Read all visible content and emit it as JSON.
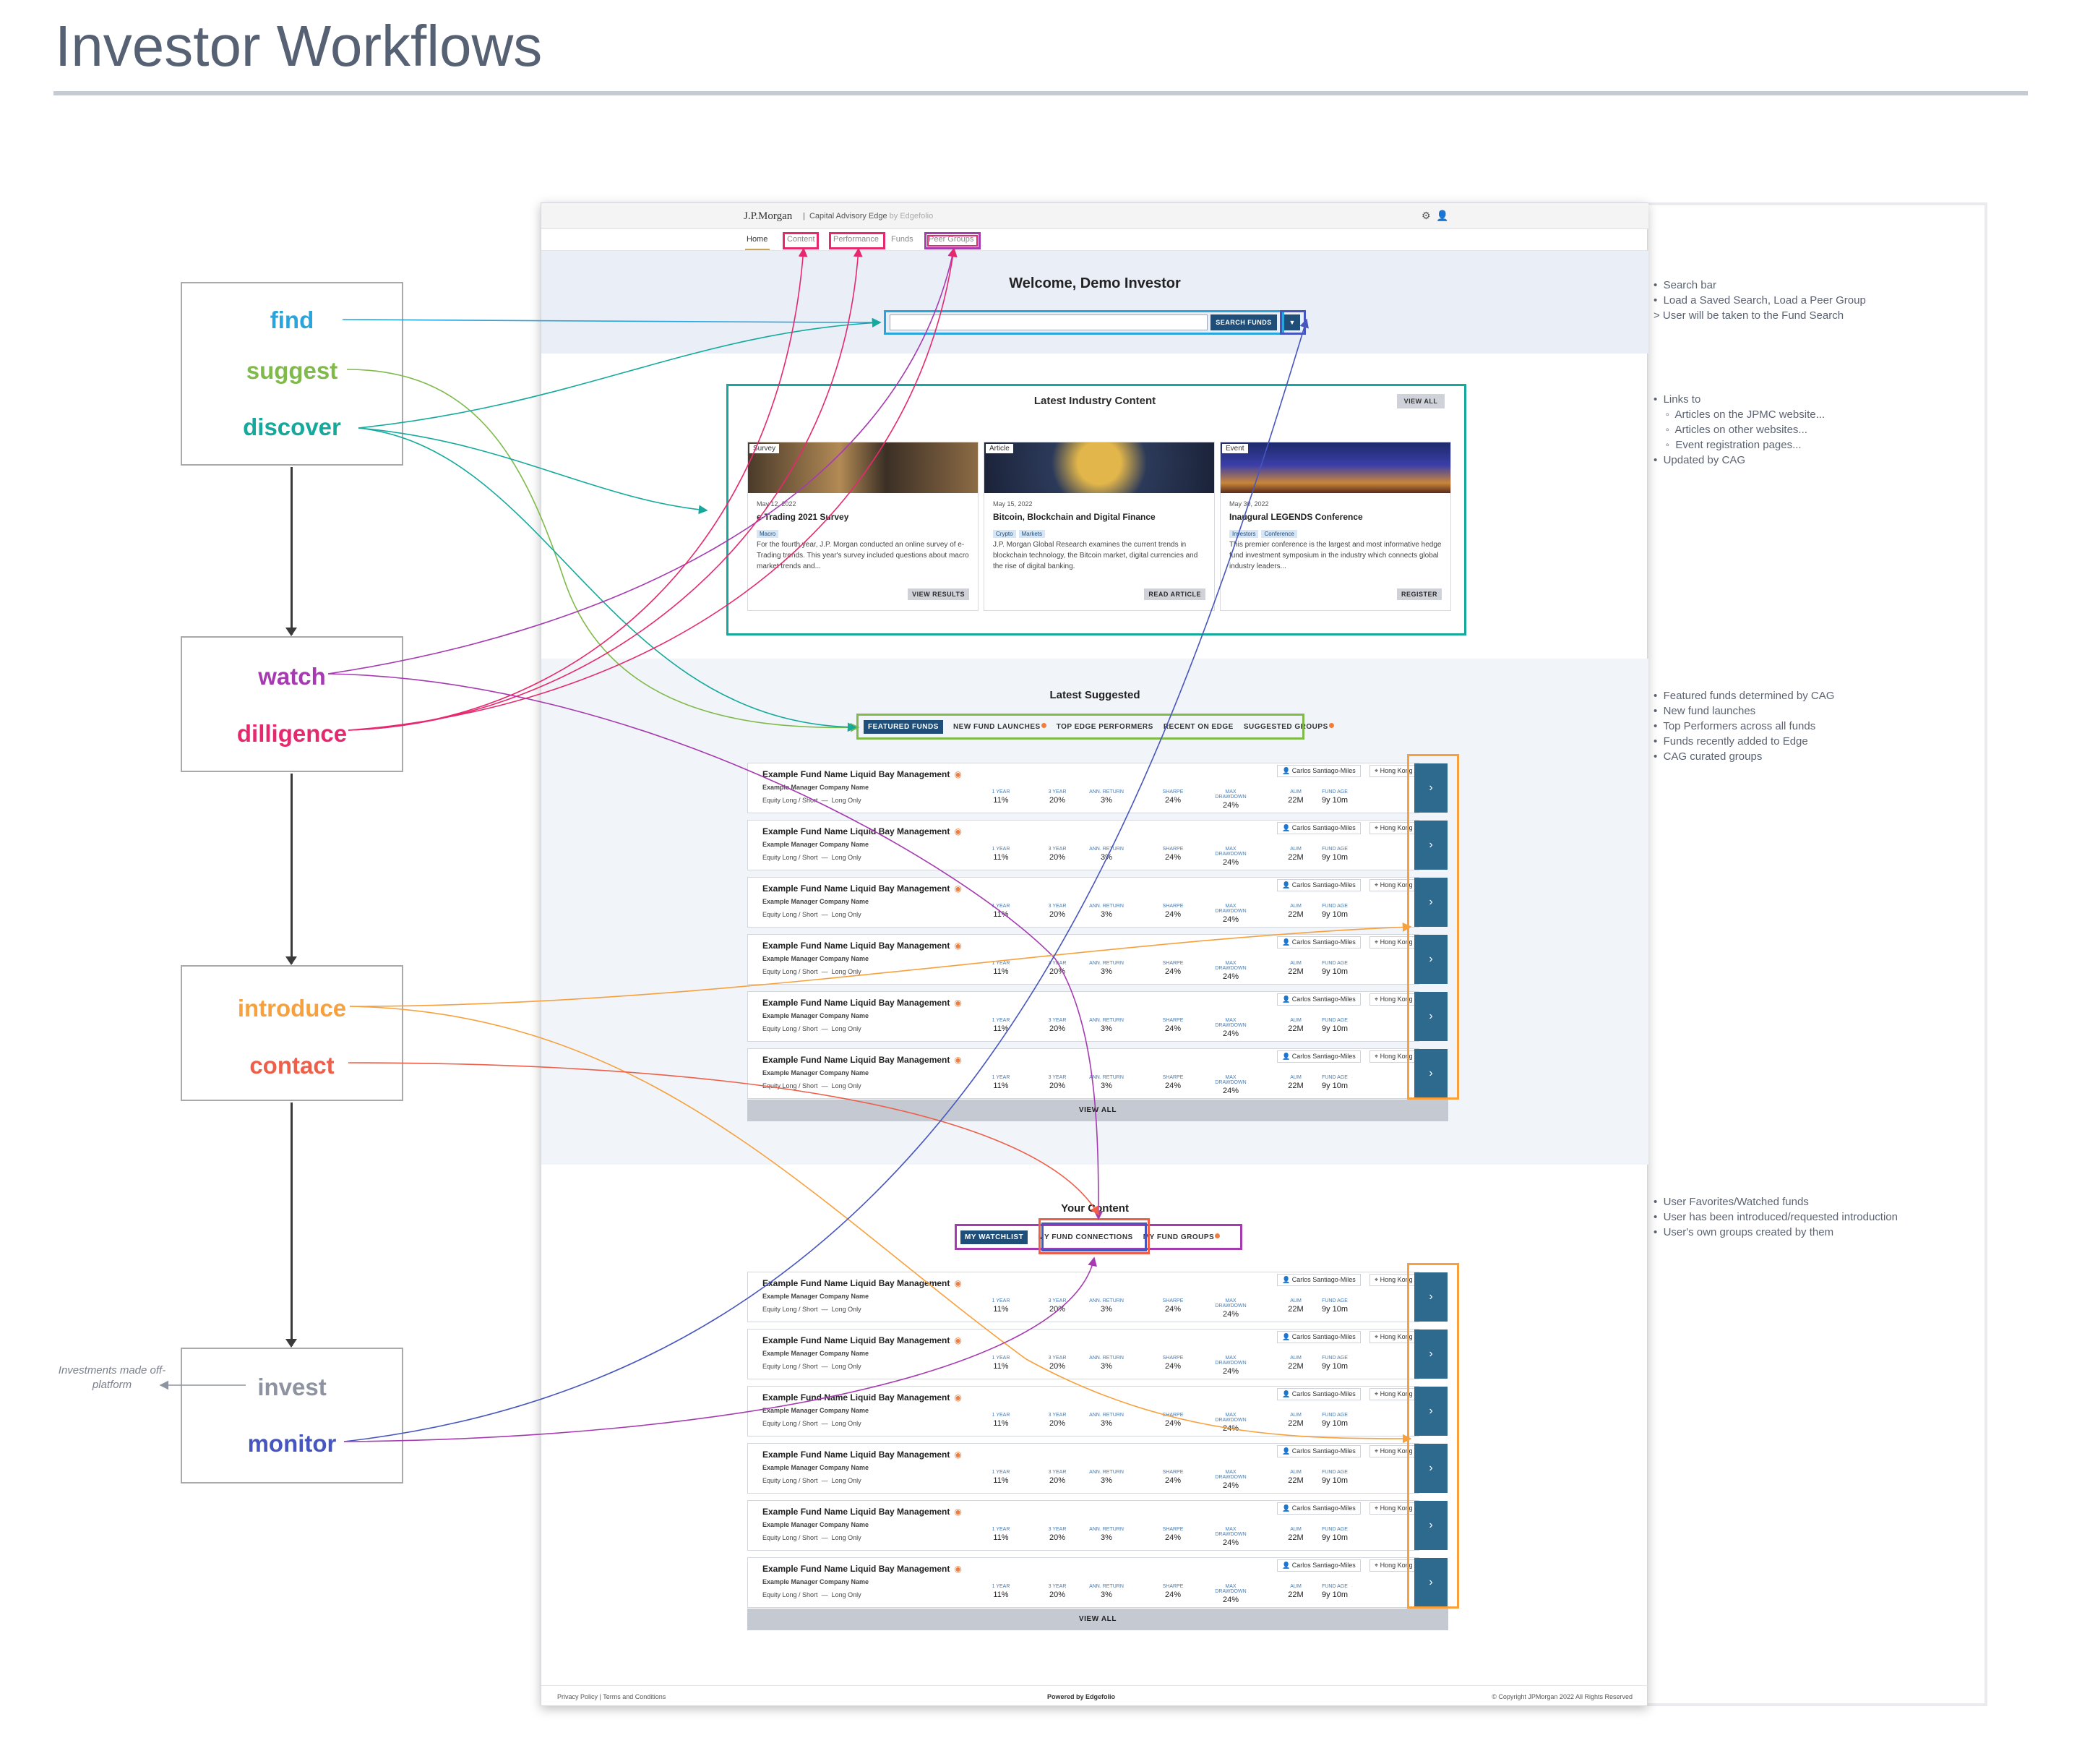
{
  "diagram_title": "Investor Workflows",
  "workflow_steps": [
    {
      "label": "find",
      "color": "#2aa4dd"
    },
    {
      "label": "suggest",
      "color": "#7fba4a"
    },
    {
      "label": "discover",
      "color": "#14a99c"
    },
    {
      "label": "watch",
      "color": "#a53ab1"
    },
    {
      "label": "dilligence",
      "color": "#e6296f"
    },
    {
      "label": "introduce",
      "color": "#f7a03c"
    },
    {
      "label": "contact",
      "color": "#ee5f4a"
    },
    {
      "label": "invest",
      "color": "#8d93a0"
    },
    {
      "label": "monitor",
      "color": "#4756be"
    }
  ],
  "side_note": "Investments made off-platform",
  "annotations": {
    "search": [
      "Search bar",
      "Load a Saved Search, Load a Peer Group",
      "> User will be taken to the Fund Search"
    ],
    "content": [
      "Links to",
      "Articles on the JPMC website...",
      "Articles on other websites...",
      "Event registration pages...",
      "Updated by CAG"
    ],
    "suggested": [
      "Featured funds determined by CAG",
      "New fund launches",
      "Top Performers across all funds",
      "Funds recently added to Edge",
      "CAG curated groups"
    ],
    "your_content": [
      "User Favorites/Watched funds",
      "User has been introduced/requested introduction",
      "User's own groups created by them"
    ]
  },
  "app": {
    "logo": "J.P.Morgan",
    "product": "Capital Advisory Edge",
    "product_by": "by Edgefolio",
    "settings_icon": "gear-icon",
    "user_icon": "user-icon",
    "nav": [
      "Home",
      "Content",
      "Performance",
      "Funds",
      "Peer Groups"
    ],
    "welcome": "Welcome, Demo Investor",
    "search_button": "SEARCH FUNDS",
    "search_dropdown_icon": "caret-down-icon",
    "content_section": {
      "title": "Latest Industry Content",
      "view_all": "VIEW ALL",
      "cards": [
        {
          "tag": "Survey",
          "date": "May 12, 2022",
          "title": "e-Trading 2021 Survey",
          "chips": [
            "Macro"
          ],
          "desc": "For the fourth year, J.P. Morgan conducted an online survey of e-Trading trends. This year's survey included questions about macro market trends and...",
          "button": "VIEW RESULTS"
        },
        {
          "tag": "Article",
          "date": "May 15, 2022",
          "title": "Bitcoin, Blockchain and Digital Finance",
          "chips": [
            "Crypto",
            "Markets"
          ],
          "desc": "J.P. Morgan Global Research examines the current trends in blockchain technology, the Bitcoin market, digital currencies and the rise of digital banking.",
          "button": "READ ARTICLE"
        },
        {
          "tag": "Event",
          "date": "May 30, 2022",
          "title": "Inaugural LEGENDS Conference",
          "chips": [
            "Investors",
            "Conference"
          ],
          "desc": "This premier conference is the largest and most informative hedge fund investment symposium in the industry which connects global industry leaders...",
          "button": "REGISTER"
        }
      ]
    },
    "suggested_section": {
      "title": "Latest Suggested",
      "tabs": [
        "FEATURED FUNDS",
        "NEW FUND LAUNCHES",
        "TOP EDGE PERFORMERS",
        "RECENT ON EDGE",
        "SUGGESTED GROUPS"
      ],
      "view_all": "VIEW ALL"
    },
    "your_content_section": {
      "title": "Your Content",
      "tabs": [
        "MY WATCHLIST",
        "MY FUND CONNECTIONS",
        "MY FUND GROUPS"
      ],
      "view_all": "VIEW ALL"
    },
    "fund_row": {
      "name": "Example Fund Name Liquid Bay Management",
      "manager": "Example Manager Company Name",
      "strategy": "Equity Long / Short",
      "dash": "—",
      "style": "Long Only",
      "contact": "Carlos Santiago-Miles",
      "location": "Hong Kong",
      "metric_labels": [
        "1 YEAR",
        "3 YEAR",
        "ANN. RETURN",
        "SHARPE",
        "MAX DRAWDOWN",
        "AUM",
        "FUND AGE"
      ],
      "metric_values": [
        "11%",
        "20%",
        "3%",
        "24%",
        "24%",
        "22M",
        "9y 10m"
      ],
      "go": "›"
    },
    "footer": {
      "left": "Privacy Policy   |   Terms and Conditions",
      "center": "Powered by Edgefolio",
      "right": "© Copyright JPMorgan 2022 All Rights Reserved"
    }
  }
}
